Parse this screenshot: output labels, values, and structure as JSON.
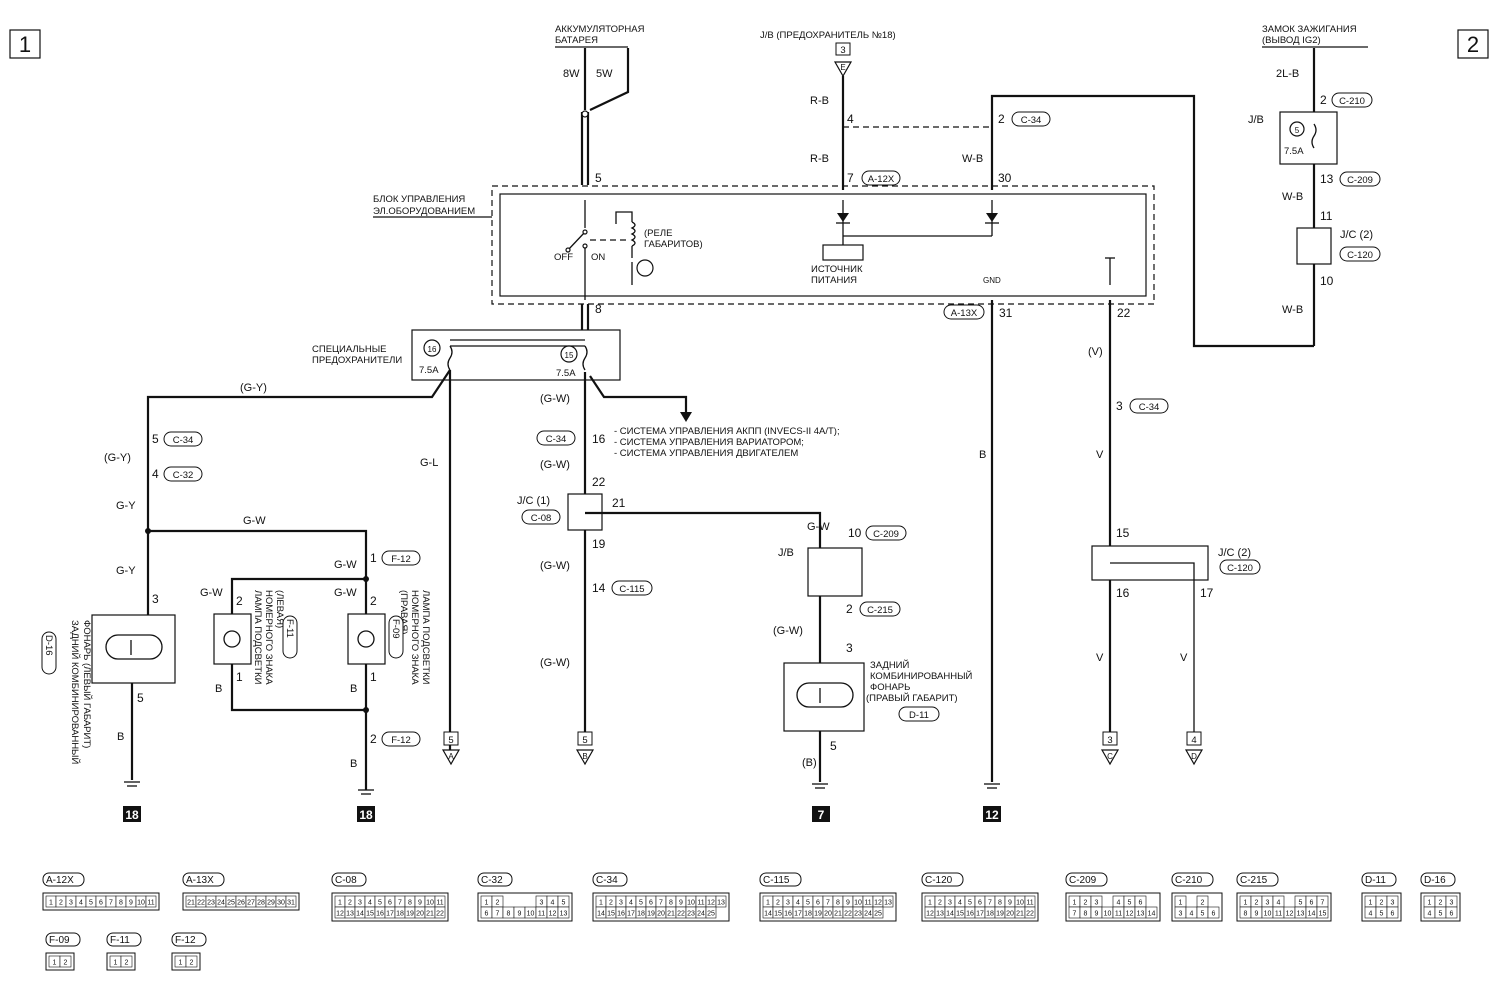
{
  "page_markers": {
    "left": "1",
    "right": "2"
  },
  "headers": {
    "battery": [
      "АККУМУЛЯТОРНАЯ",
      "БАТАРЕЯ"
    ],
    "jb_fuse": "J/B (ПРЕДОХРАНИТЕЛЬ №18)",
    "ignition": [
      "ЗАМОК ЗАЖИГАНИЯ",
      "(ВЫВОД IG2)"
    ]
  },
  "units": {
    "etacs": [
      "БЛОК УПРАВЛЕНИЯ",
      "ЭЛ.ОБОРУДОВАНИЕМ"
    ],
    "relay": [
      "(РЕЛЕ",
      "ГАБАРИТОВ)"
    ],
    "off": "OFF",
    "on": "ON",
    "power": [
      "ИСТОЧНИК",
      "ПИТАНИЯ"
    ],
    "gnd": "GND",
    "fuses": [
      "СПЕЦИАЛЬНЫЕ",
      "ПРЕДОХРАНИТЕЛИ"
    ],
    "fuse16": "16",
    "fuse15": "15",
    "fuse_rating": "7.5A",
    "systems": [
      "- СИСТЕМА УПРАВЛЕНИЯ АКПП (INVECS-II 4A/T);",
      "- СИСТЕМА УПРАВЛЕНИЯ ВАРИАТОРОМ;",
      "- СИСТЕМА УПРАВЛЕНИЯ ДВИГАТЕЛЕМ"
    ],
    "jc1": "J/C (1)",
    "jc2": "J/C (2)",
    "jb": "J/B",
    "fuse5": "5",
    "tail_right": [
      "ЗАДНИЙ",
      "КОМБИНИРОВАННЫЙ",
      "ФОНАРЬ",
      "(ПРАВЫЙ ГАБАРИТ)"
    ],
    "tail_left": [
      "ЗАДНИЙ КОМБИНИРОВАННЫЙ",
      "ФОНАРЬ (ЛЕВЫЙ ГАБАРИТ)"
    ],
    "lamp_left": [
      "ЛАМПА ПОДСВЕТКИ",
      "НОМЕРНОГО ЗНАКА",
      "(ЛЕВАЯ)"
    ],
    "lamp_right": [
      "ЛАМПА ПОДСВЕТКИ",
      "НОМЕРНОГО ЗНАКА",
      "(ПРАВАЯ)"
    ]
  },
  "wires": {
    "w8w": "8W",
    "w5w": "5W",
    "rb": "R-B",
    "wb": "W-B",
    "l2b": "2L-B",
    "gy": "G-Y",
    "gyp": "(G-Y)",
    "gw": "G-W",
    "gwp": "(G-W)",
    "gl": "G-L",
    "b": "B",
    "bp": "(B)",
    "v": "V",
    "vp": "(V)"
  },
  "pins": {
    "p5": "5",
    "p4": "4",
    "p7": "7",
    "p2": "2",
    "p30": "30",
    "p8": "8",
    "p31": "31",
    "p22": "22",
    "p3": "3",
    "p16": "16",
    "p21": "21",
    "p19": "19",
    "p14": "14",
    "p10": "10",
    "p15": "15",
    "p17": "17",
    "p1": "1",
    "p13": "13",
    "p11": "11"
  },
  "connectors": {
    "a12x": "A-12X",
    "a13x": "A-13X",
    "c34": "C-34",
    "c32": "C-32",
    "c08": "C-08",
    "c115": "C-115",
    "c209": "C-209",
    "c215": "C-215",
    "c120": "C-120",
    "c210": "C-210",
    "f12": "F-12",
    "f11": "F-11",
    "f09": "F-09",
    "d11": "D-11",
    "d16": "D-16"
  },
  "refs": {
    "ref5": "5",
    "ref3": "3",
    "ref4": "4",
    "la": "A",
    "lb": "B",
    "lc": "C",
    "ld": "D",
    "le": "E",
    "g18a": "18",
    "g18b": "18",
    "g7": "7",
    "g12": "12"
  },
  "legend": [
    {
      "label": "A-12X",
      "rows": [
        [
          "1",
          "2",
          "3",
          "4",
          "5",
          "6",
          "7",
          "8",
          "9",
          "10",
          "11"
        ]
      ]
    },
    {
      "label": "A-13X",
      "rows": [
        [
          "21",
          "22",
          "23",
          "24",
          "25",
          "26",
          "27",
          "28",
          "29",
          "30",
          "31"
        ]
      ]
    },
    {
      "label": "C-08",
      "rows": [
        [
          "1",
          "2",
          "3",
          "4",
          "5",
          "6",
          "7",
          "8",
          "9",
          "10",
          "11"
        ],
        [
          "12",
          "13",
          "14",
          "15",
          "16",
          "17",
          "18",
          "19",
          "20",
          "21",
          "22"
        ]
      ]
    },
    {
      "label": "C-32",
      "rows": [
        [
          "1",
          "2",
          "",
          "",
          "",
          "3",
          "4",
          "5"
        ],
        [
          "6",
          "7",
          "8",
          "9",
          "10",
          "11",
          "12",
          "13"
        ]
      ]
    },
    {
      "label": "C-34",
      "rows": [
        [
          "1",
          "2",
          "3",
          "4",
          "5",
          "6",
          "7",
          "8",
          "9",
          "10",
          "11",
          "12",
          "13"
        ],
        [
          "14",
          "15",
          "16",
          "17",
          "18",
          "19",
          "20",
          "21",
          "22",
          "23",
          "24",
          "25"
        ]
      ]
    },
    {
      "label": "C-115",
      "rows": [
        [
          "1",
          "2",
          "3",
          "4",
          "5",
          "6",
          "7",
          "8",
          "9",
          "10",
          "11",
          "12",
          "13"
        ],
        [
          "14",
          "15",
          "16",
          "17",
          "18",
          "19",
          "20",
          "21",
          "22",
          "23",
          "24",
          "25"
        ]
      ]
    },
    {
      "label": "C-120",
      "rows": [
        [
          "1",
          "2",
          "3",
          "4",
          "5",
          "6",
          "7",
          "8",
          "9",
          "10",
          "11"
        ],
        [
          "12",
          "13",
          "14",
          "15",
          "16",
          "17",
          "18",
          "19",
          "20",
          "21",
          "22"
        ]
      ]
    },
    {
      "label": "C-209",
      "rows": [
        [
          "1",
          "2",
          "3",
          "",
          "4",
          "5",
          "6"
        ],
        [
          "7",
          "8",
          "9",
          "10",
          "11",
          "12",
          "13",
          "14"
        ]
      ]
    },
    {
      "label": "C-210",
      "rows": [
        [
          "1",
          "",
          "2"
        ],
        [
          "3",
          "4",
          "5",
          "6"
        ]
      ]
    },
    {
      "label": "C-215",
      "rows": [
        [
          "1",
          "2",
          "3",
          "4",
          "",
          "5",
          "6",
          "7"
        ],
        [
          "8",
          "9",
          "10",
          "11",
          "12",
          "13",
          "14",
          "15"
        ]
      ]
    },
    {
      "label": "D-11",
      "rows": [
        [
          "1",
          "2",
          "3"
        ],
        [
          "4",
          "5",
          "6"
        ]
      ]
    },
    {
      "label": "D-16",
      "rows": [
        [
          "1",
          "2",
          "3"
        ],
        [
          "4",
          "5",
          "6"
        ]
      ]
    },
    {
      "label": "F-09",
      "rows": [
        [
          "1",
          "2"
        ]
      ]
    },
    {
      "label": "F-11",
      "rows": [
        [
          "1",
          "2"
        ]
      ]
    },
    {
      "label": "F-12",
      "rows": [
        [
          "1",
          "2"
        ]
      ]
    }
  ]
}
